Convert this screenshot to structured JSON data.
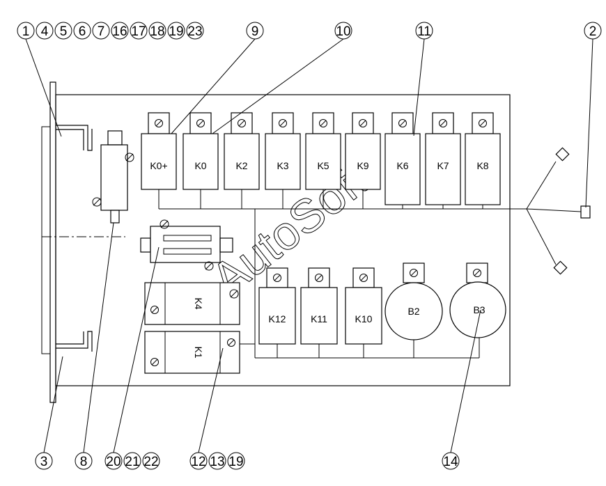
{
  "callouts": {
    "top_left": [
      "1",
      "4",
      "5",
      "6",
      "7",
      "16",
      "17",
      "18",
      "19",
      "23"
    ],
    "c9": "9",
    "c10": "10",
    "c11": "11",
    "c2": "2",
    "c3": "3",
    "c8": "8",
    "bottom_mid": [
      "20",
      "21",
      "22"
    ],
    "bottom_right": [
      "12",
      "13",
      "19"
    ],
    "c14": "14"
  },
  "relays_top": [
    "K0+",
    "K0",
    "K2",
    "K3",
    "K5",
    "K9",
    "K6",
    "K7",
    "K8"
  ],
  "relays_bottom": [
    "K12",
    "K11",
    "K10"
  ],
  "buzzers": [
    "B2",
    "B3"
  ],
  "side_relays": {
    "k4": "K4",
    "k1": "K1"
  },
  "watermark": "AutoSoft",
  "icons": [
    "screw-icon",
    "connector-icon",
    "fuse-holder-icon"
  ]
}
